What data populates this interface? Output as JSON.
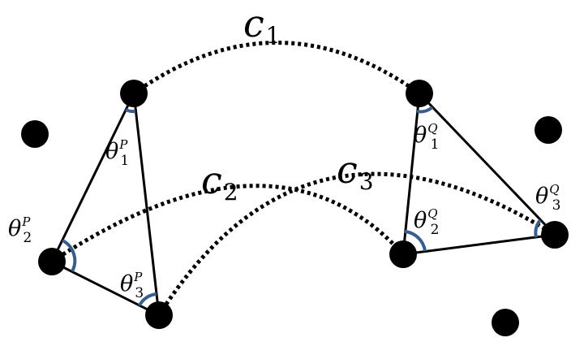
{
  "curves": [
    {
      "letter": "c",
      "subscript": "1"
    },
    {
      "letter": "c",
      "subscript": "2"
    },
    {
      "letter": "c",
      "subscript": "3"
    }
  ],
  "angles": [
    {
      "letter": "θ",
      "subscript": "1",
      "superscript": "P"
    },
    {
      "letter": "θ",
      "subscript": "2",
      "superscript": "P"
    },
    {
      "letter": "θ",
      "subscript": "3",
      "superscript": "P"
    },
    {
      "letter": "θ",
      "subscript": "1",
      "superscript": "Q"
    },
    {
      "letter": "θ",
      "subscript": "2",
      "superscript": "Q"
    },
    {
      "letter": "θ",
      "subscript": "3",
      "superscript": "Q"
    }
  ],
  "colors": {
    "angle_arc": "#3a5e8c",
    "ink": "#000000"
  }
}
